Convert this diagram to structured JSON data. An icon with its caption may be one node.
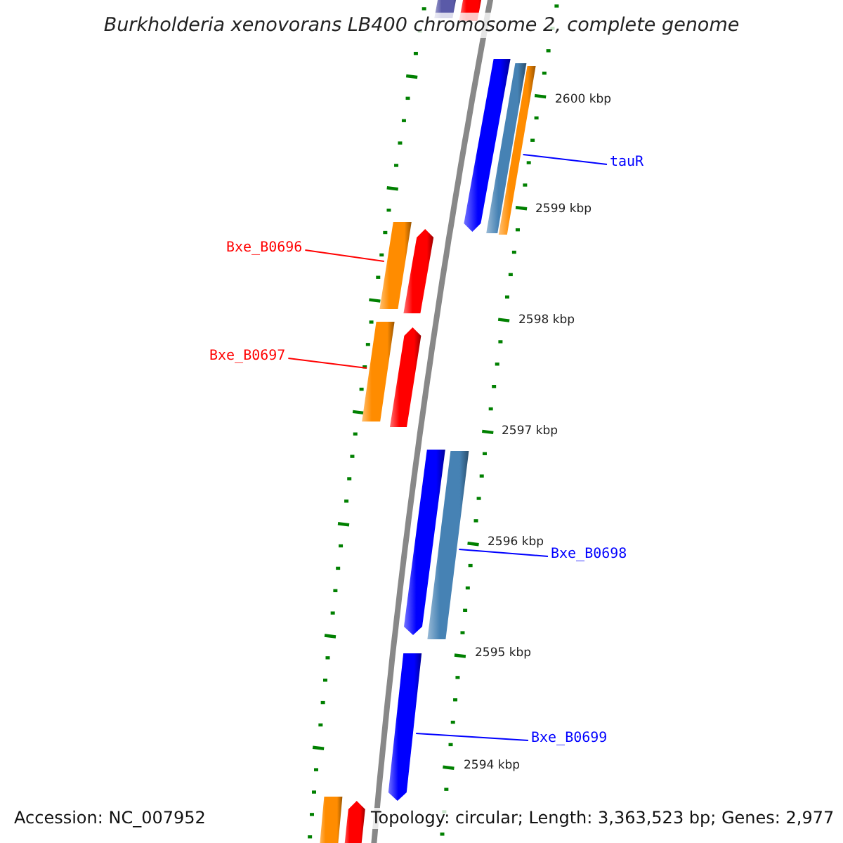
{
  "diagram": {
    "title": "Burkholderia xenovorans LB400 chromosome 2, complete genome",
    "nodes": [
      {
        "text": [],
        "shape": "bar"
      },
      {
        "text": [],
        "shape": "bar"
      },
      {
        "text": [],
        "shape": "bar"
      },
      {
        "text": [],
        "shape": "bar"
      },
      {
        "text": [],
        "shape": "bar"
      },
      {
        "text": [
          "tauR"
        ]
      },
      {
        "text": [
          "Bxe_B0696"
        ]
      },
      {
        "text": [],
        "shape": "bar"
      },
      {
        "text": [],
        "shape": "bar"
      },
      {
        "text": [
          "Bxe_B0697"
        ]
      },
      {
        "text": [],
        "shape": "bar"
      },
      {
        "text": [],
        "shape": "bar"
      },
      {
        "text": [],
        "shape": "bar"
      },
      {
        "text": [],
        "shape": "bar"
      },
      {
        "text": [
          "Bxe_B0698"
        ]
      },
      {
        "text": [
          "Bxe_B0699"
        ]
      },
      {
        "text": [],
        "shape": "bar"
      },
      {
        "text": [],
        "shape": "bar"
      },
      {
        "text": [],
        "shape": "bar"
      }
    ],
    "edges": [
      {
        "from": 5,
        "to": 4,
        "arrow": "none"
      },
      {
        "from": 6,
        "to": 7,
        "arrow": "none",
        "color": "#ff0000"
      },
      {
        "from": 9,
        "to": 10,
        "arrow": "none",
        "color": "#ff0000"
      },
      {
        "from": 14,
        "to": 13,
        "arrow": "none"
      },
      {
        "from": 15,
        "to": 16,
        "arrow": "none"
      }
    ],
    "labels": [
      "2600 kbp",
      "2599 kbp",
      "2598 kbp",
      "2597 kbp",
      "2596 kbp",
      "2595 kbp",
      "2594 kbp",
      "Accession: NC_007952",
      "Topology: circular; Length: 3,363,523 bp; Genes: 2,977"
    ]
  }
}
